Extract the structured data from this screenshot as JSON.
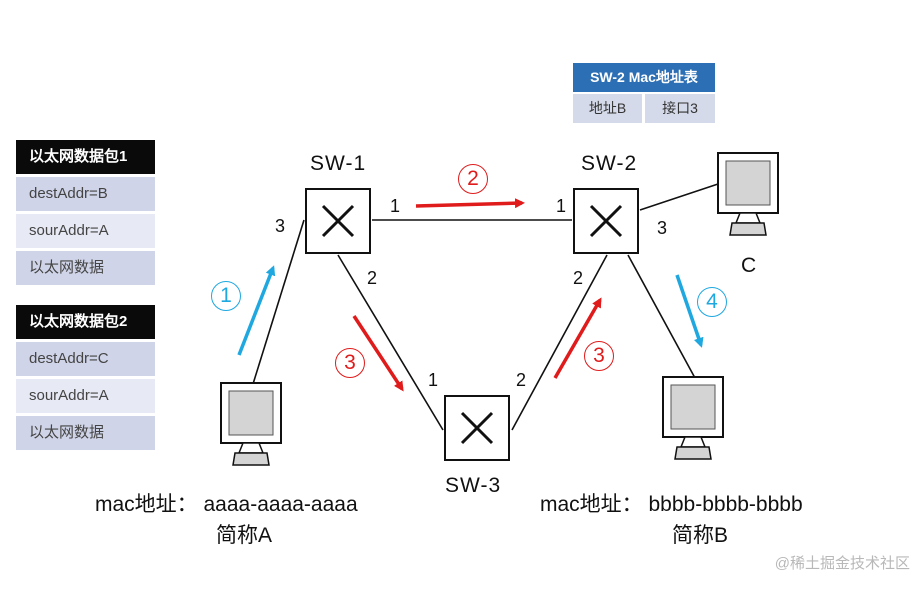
{
  "packets": [
    {
      "title": "以太网数据包1",
      "rows": [
        "destAddr=B",
        "sourAddr=A",
        "以太网数据"
      ]
    },
    {
      "title": "以太网数据包2",
      "rows": [
        "destAddr=C",
        "sourAddr=A",
        "以太网数据"
      ]
    }
  ],
  "mac_table": {
    "title": "SW-2 Mac地址表",
    "cells": [
      "地址B",
      "接口3"
    ]
  },
  "switches": {
    "sw1": "SW-1",
    "sw2": "SW-2",
    "sw3": "SW-3"
  },
  "ports": {
    "sw1_left": "3",
    "sw1_right": "1",
    "sw1_bottom": "2",
    "sw2_left": "1",
    "sw2_right": "3",
    "sw2_bottom": "2",
    "sw3_left": "1",
    "sw3_right": "2"
  },
  "steps": {
    "s1": "1",
    "s2": "2",
    "s3a": "3",
    "s3b": "3",
    "s4": "4"
  },
  "hosts": {
    "A": {
      "mac": "mac地址：  aaaa-aaaa-aaaa",
      "short": "简称A"
    },
    "B": {
      "mac": "mac地址：  bbbb-bbbb-bbbb",
      "short": "简称B"
    },
    "C": {
      "label": "C"
    }
  },
  "colors": {
    "blue_arrow": "#1fa8e0",
    "red_arrow": "#e01b1b",
    "mac_header": "#2c6fb4"
  },
  "watermark": "@稀土掘金技术社区"
}
